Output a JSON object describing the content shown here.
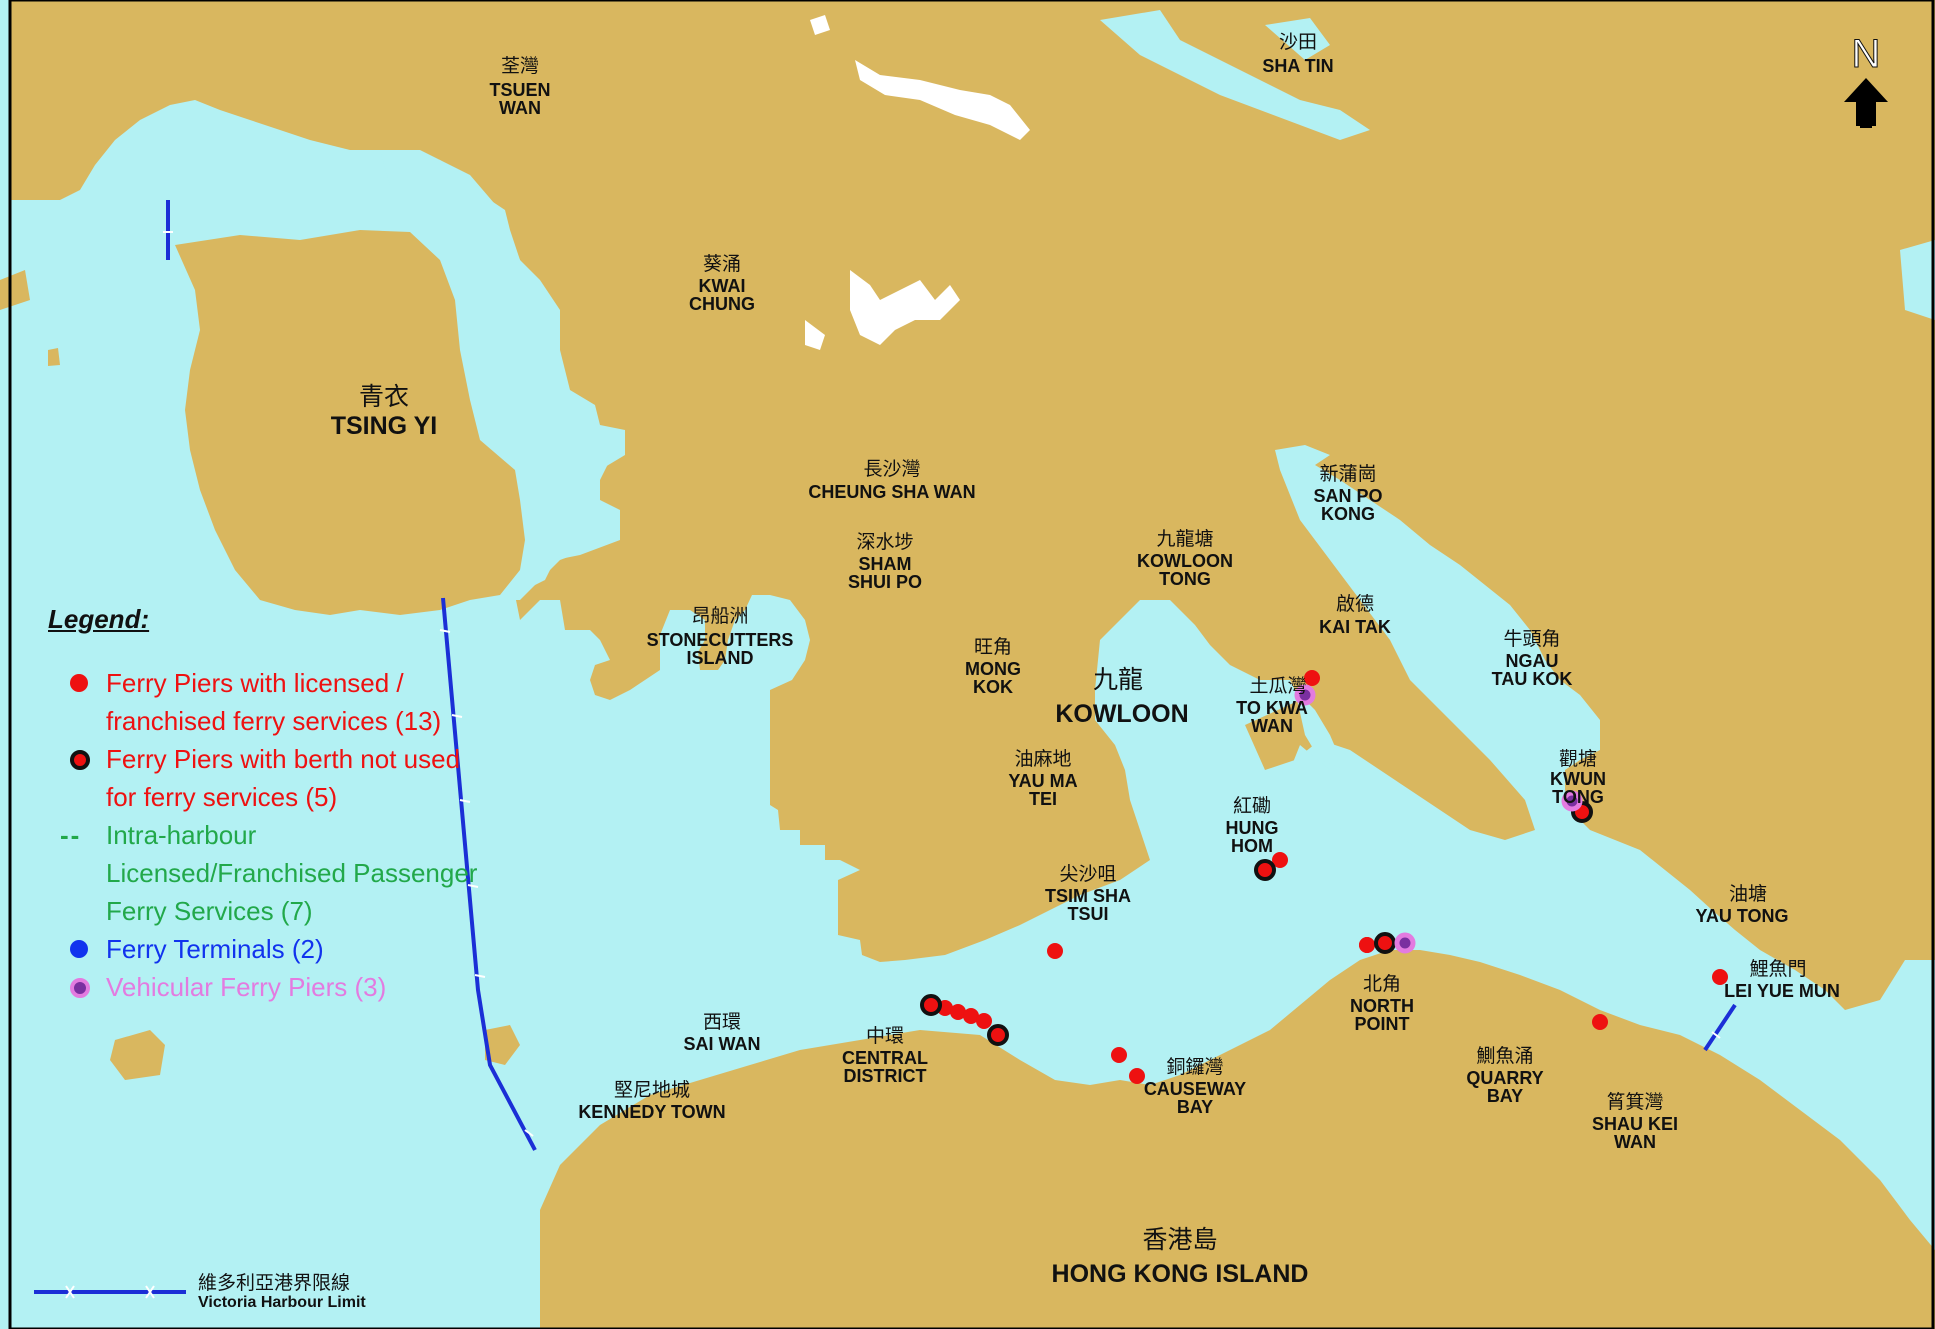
{
  "colors": {
    "land": "#d9b75f",
    "water": "#b3f1f3",
    "ferry_pier": "#ee1111",
    "unused_berth_ring": "#111111",
    "intra_harbour": "#22a84a",
    "ferry_terminal": "#1133ee",
    "vehicular_ring": "#e37be0",
    "vehicular_core": "#7a2fa0",
    "harbour_limit": "#1b2fd6"
  },
  "north_arrow": {
    "label": "N",
    "icon": "north-arrow-icon"
  },
  "places": {
    "tsuen_wan": {
      "zh": "荃灣",
      "en1": "TSUEN",
      "en2": "WAN"
    },
    "sha_tin": {
      "zh": "沙田",
      "en1": "SHA  TIN"
    },
    "kwai_chung": {
      "zh": "葵涌",
      "en1": "KWAI",
      "en2": "CHUNG"
    },
    "tsing_yi": {
      "zh": "青衣",
      "en1": "TSING YI"
    },
    "cheung_sha_wan": {
      "zh": "長沙灣",
      "en1": "CHEUNG  SHA  WAN"
    },
    "san_po_kong": {
      "zh": "新蒲崗",
      "en1": "SAN PO",
      "en2": "KONG"
    },
    "sham_shui_po": {
      "zh": "深水埗",
      "en1": "SHAM",
      "en2": "SHUI PO"
    },
    "kowloon_tong": {
      "zh": "九龍塘",
      "en1": "KOWLOON",
      "en2": "TONG"
    },
    "stonecutters": {
      "zh": "昂船洲",
      "en1": "STONECUTTERS",
      "en2": "ISLAND"
    },
    "kai_tak": {
      "zh": "啟德",
      "en1": "KAI  TAK"
    },
    "ngau_tau_kok": {
      "zh": "牛頭角",
      "en1": "NGAU",
      "en2": "TAU KOK"
    },
    "mong_kok": {
      "zh": "旺角",
      "en1": "MONG",
      "en2": "KOK"
    },
    "kowloon": {
      "zh": "九龍",
      "en1": "KOWLOON"
    },
    "to_kwa_wan": {
      "zh": "土瓜灣",
      "en1": "TO KWA",
      "en2": "WAN"
    },
    "yau_ma_tei": {
      "zh": "油麻地",
      "en1": "YAU MA",
      "en2": "TEI"
    },
    "kwun_tong": {
      "zh": "觀塘",
      "en1": "KWUN",
      "en2": "TONG"
    },
    "hung_hom": {
      "zh": "紅磡",
      "en1": "HUNG",
      "en2": "HOM"
    },
    "tsim_sha_tsui": {
      "zh": "尖沙咀",
      "en1": "TSIM SHA",
      "en2": "TSUI"
    },
    "yau_tong": {
      "zh": "油塘",
      "en1": "YAU  TONG"
    },
    "lei_yue_mun": {
      "zh": "鯉魚門",
      "en1": "LEI  YUE  MUN"
    },
    "north_point": {
      "zh": "北角",
      "en1": "NORTH",
      "en2": "POINT"
    },
    "sai_wan": {
      "zh": "西環",
      "en1": "SAI WAN"
    },
    "central": {
      "zh": "中環",
      "en1": "CENTRAL",
      "en2": "DISTRICT"
    },
    "quarry_bay": {
      "zh": "鰂魚涌",
      "en1": "QUARRY",
      "en2": "BAY"
    },
    "causeway_bay": {
      "zh": "銅鑼灣",
      "en1": "CAUSEWAY",
      "en2": "BAY"
    },
    "kennedy_town": {
      "zh": "堅尼地城",
      "en1": "KENNEDY  TOWN"
    },
    "shau_kei_wan": {
      "zh": "筲箕灣",
      "en1": "SHAU KEI",
      "en2": "WAN"
    },
    "hong_kong_island": {
      "zh": "香港島",
      "en1": "HONG KONG ISLAND"
    }
  },
  "legend": {
    "title": "Legend:",
    "items": [
      {
        "text": "Ferry Piers with licensed / franchised ferry services (13)",
        "color": "#ee1111",
        "icon": "red-dot-icon"
      },
      {
        "text": "Ferry Piers with berth not used for ferry services (5)",
        "color": "#ee1111",
        "icon": "ringed-red-dot-icon"
      },
      {
        "text": "Intra-harbour Licensed/Franchised Passenger Ferry Services (7)",
        "color": "#22a84a",
        "icon": "green-dash-icon",
        "symbol": "--"
      },
      {
        "text": "Ferry Terminals (2)",
        "color": "#1133ee",
        "icon": "blue-dot-icon"
      },
      {
        "text": "Vehicular Ferry Piers (3)",
        "color": "#e37be0",
        "icon": "purple-ringed-dot-icon"
      }
    ]
  },
  "harbour_limit": {
    "zh": "維多利亞港界限線",
    "en": "Victoria Harbour Limit"
  }
}
